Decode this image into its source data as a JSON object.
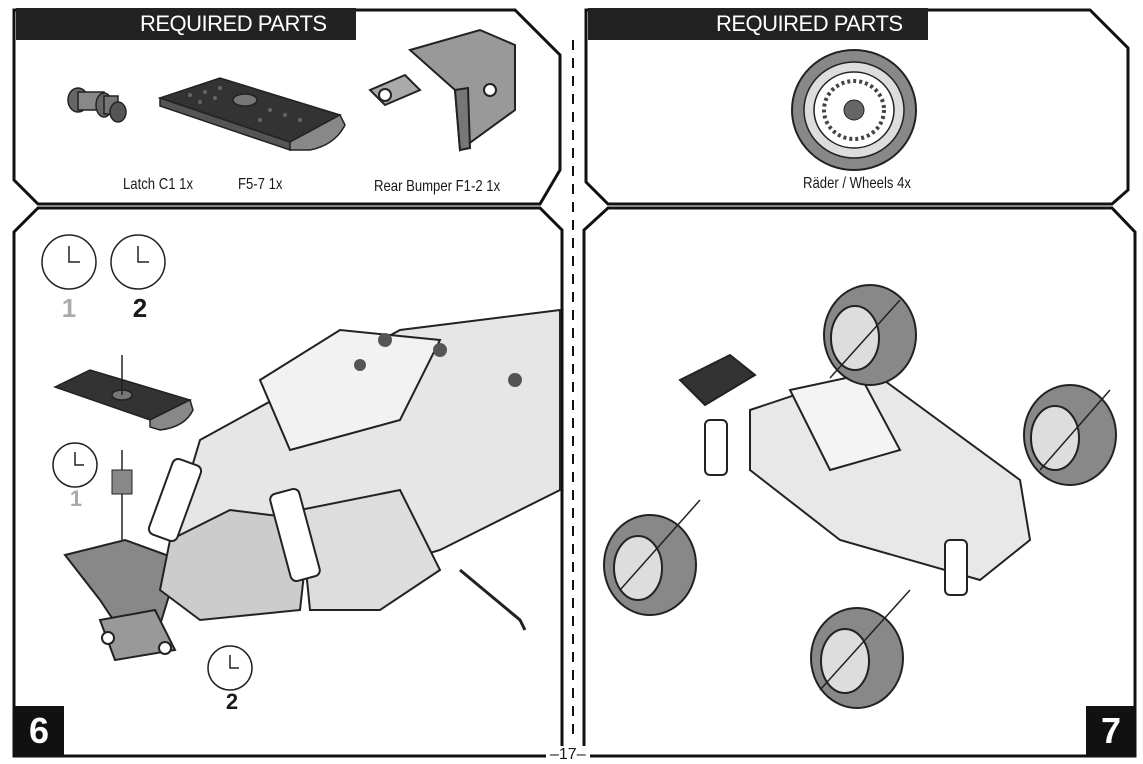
{
  "left_parts": {
    "title": "REQUIRED PARTS",
    "items": [
      {
        "label": "Latch C1  1x"
      },
      {
        "label": "F5-7  1x"
      },
      {
        "label": "Rear Bumper F1-2  1x"
      }
    ]
  },
  "right_parts": {
    "title": "REQUIRED PARTS",
    "items": [
      {
        "label": "Räder / Wheels  4x"
      }
    ]
  },
  "step6": {
    "number": "6",
    "clock_labels": [
      "1",
      "2"
    ],
    "substep_labels": [
      "1",
      "2"
    ]
  },
  "step7": {
    "number": "7"
  },
  "page": "–17–",
  "colors": {
    "ink": "#1a1a1a",
    "part_grey": "#8a8a8a",
    "light_grey": "#d0d0d0",
    "badge": "#111111"
  }
}
